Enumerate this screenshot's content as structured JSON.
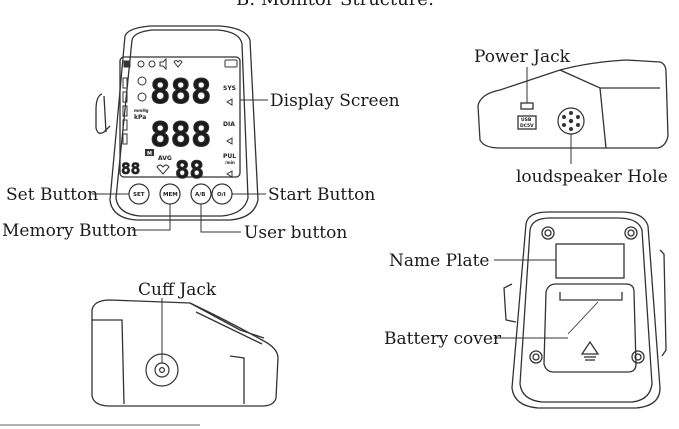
{
  "header": {
    "title_partial": "B: Monitor Structure:"
  },
  "labels": {
    "display_screen": "Display Screen",
    "set_button": "Set Button",
    "start_button": "Start Button",
    "memory_button": "Memory Button",
    "user_button": "User button",
    "power_jack": "Power Jack",
    "loudspeaker_hole": "loudspeaker Hole",
    "cuff_jack": "Cuff Jack",
    "name_plate": "Name Plate",
    "battery_cover": "Battery cover"
  },
  "screen": {
    "sys": "SYS",
    "dia": "DIA",
    "pul": "PUL",
    "pul_unit": "/min",
    "avg": "AVG",
    "unit_mmhg": "mmHg",
    "unit_kpa": "kPa",
    "mem_badge": "M",
    "digits_main": "888",
    "digits_small": "88"
  },
  "buttons": {
    "set": "SET",
    "mem": "MEM",
    "user": "A/B",
    "start": "O/I"
  },
  "power_port": {
    "line1": "USB",
    "line2": "DC5V"
  }
}
